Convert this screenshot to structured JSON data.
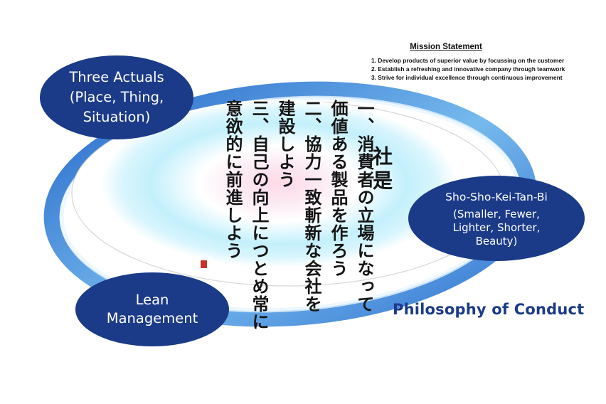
{
  "mission": {
    "title": "Mission Statement",
    "items": [
      "1. Develop products of superior value by focussing on the customer",
      "2. Establish a refreshing and innovative company through teamwork",
      "3. Strive for individual excellence through continuous improvement"
    ]
  },
  "bubbles": {
    "three_actuals": [
      "Three Actuals",
      "(Place, Thing,",
      "Situation)"
    ],
    "lean": [
      "Lean",
      "Management"
    ],
    "sho_sho": {
      "title": "Sho-Sho-Kei-Tan-Bi",
      "lines": [
        "(Smaller, Fewer,",
        "Lighter, Shorter,",
        "Beauty)"
      ]
    }
  },
  "philosophy_label": "Philosophy of Conduct",
  "calligraphy": {
    "heading": "社是",
    "columns": [
      "一、消費者の立場になって",
      "価値ある製品を作ろう",
      "二、協力一致斬新な会社を",
      "建設しよう",
      "三、自己の向上につとめ常に",
      "意欲的に前進しよう"
    ]
  },
  "colors": {
    "navy": "#1b3a88",
    "ring_blue": "#2a6fd0",
    "glow_cyan": "#bfefff",
    "glow_pink": "#ffd6e2",
    "seal_red": "#c8322c"
  }
}
